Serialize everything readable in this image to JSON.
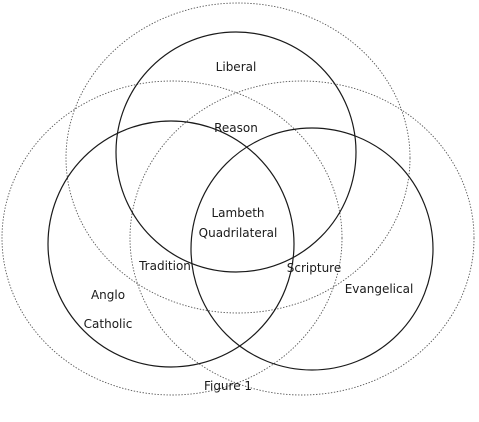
{
  "diagram": {
    "outer_rings": [
      "Liberal",
      "Anglo Catholic",
      "Evangelical"
    ],
    "inner_circles": [
      "Reason",
      "Tradition",
      "Scripture"
    ],
    "center": [
      "Lambeth",
      "Quadrilateral"
    ],
    "labels": {
      "liberal": "Liberal",
      "reason": "Reason",
      "lambeth": "Lambeth",
      "quadrilateral": "Quadrilateral",
      "tradition": "Tradition",
      "scripture": "Scripture",
      "anglo": "Anglo",
      "catholic": "Catholic",
      "evangelical": "Evangelical"
    },
    "caption": "Figure 1"
  }
}
